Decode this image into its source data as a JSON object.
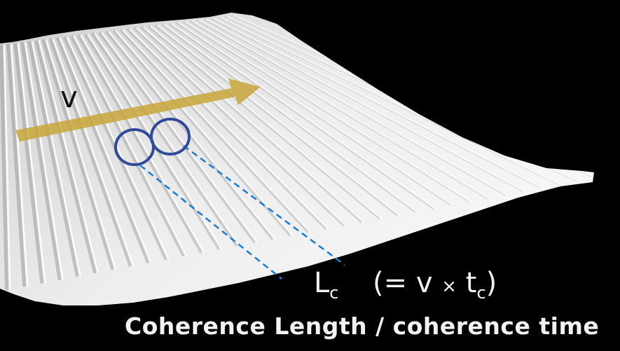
{
  "labels": {
    "velocity": "v",
    "lc_main": "L",
    "lc_sub": "c",
    "formula_open": "(= v ",
    "formula_times": "×",
    "formula_t": " t",
    "formula_sub": "c",
    "formula_close": ")",
    "caption": "Coherence Length / coherence time"
  },
  "colors": {
    "background": "#000000",
    "surface": "#e6e6e6",
    "arrow": "#c8a63a",
    "rings": "#2f4a9a",
    "dashed_lines": "#1f7fd6",
    "text": "#f2f2f2"
  },
  "icons": {
    "arrow": "velocity-arrow",
    "rings": "coherence-rings"
  }
}
